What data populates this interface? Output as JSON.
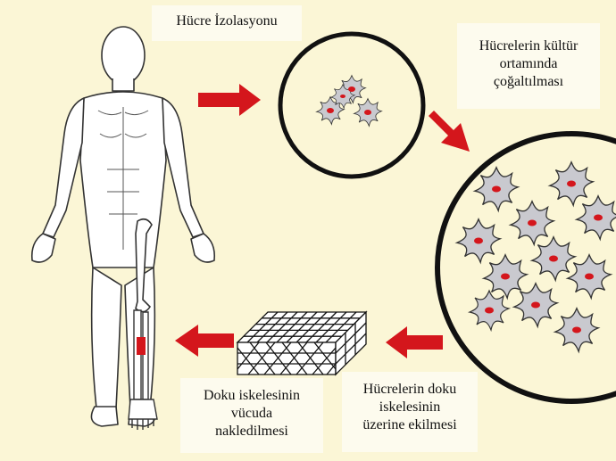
{
  "colors": {
    "background": "#fbf6d6",
    "label_box": "#fdfbee",
    "arrow": "#d4161c",
    "cell_fill": "#c9c9cf",
    "cell_nucleus": "#d4161c",
    "outline": "#111111"
  },
  "labels": {
    "isolation": [
      "Hücre İzolasyonu"
    ],
    "culture": [
      "Hücrelerin kültür",
      "ortamında",
      "çoğaltılması"
    ],
    "seeding": [
      "Hücrelerin doku",
      "iskelesinin",
      "üzerine ekilmesi"
    ],
    "transplant": [
      "Doku iskelesinin",
      "vücuda",
      "nakledilmesi"
    ]
  },
  "icons": [
    "human-body-icon",
    "bone-implant-icon",
    "cell-icon",
    "scaffold-icon",
    "arrow-right-icon",
    "arrow-left-icon"
  ]
}
